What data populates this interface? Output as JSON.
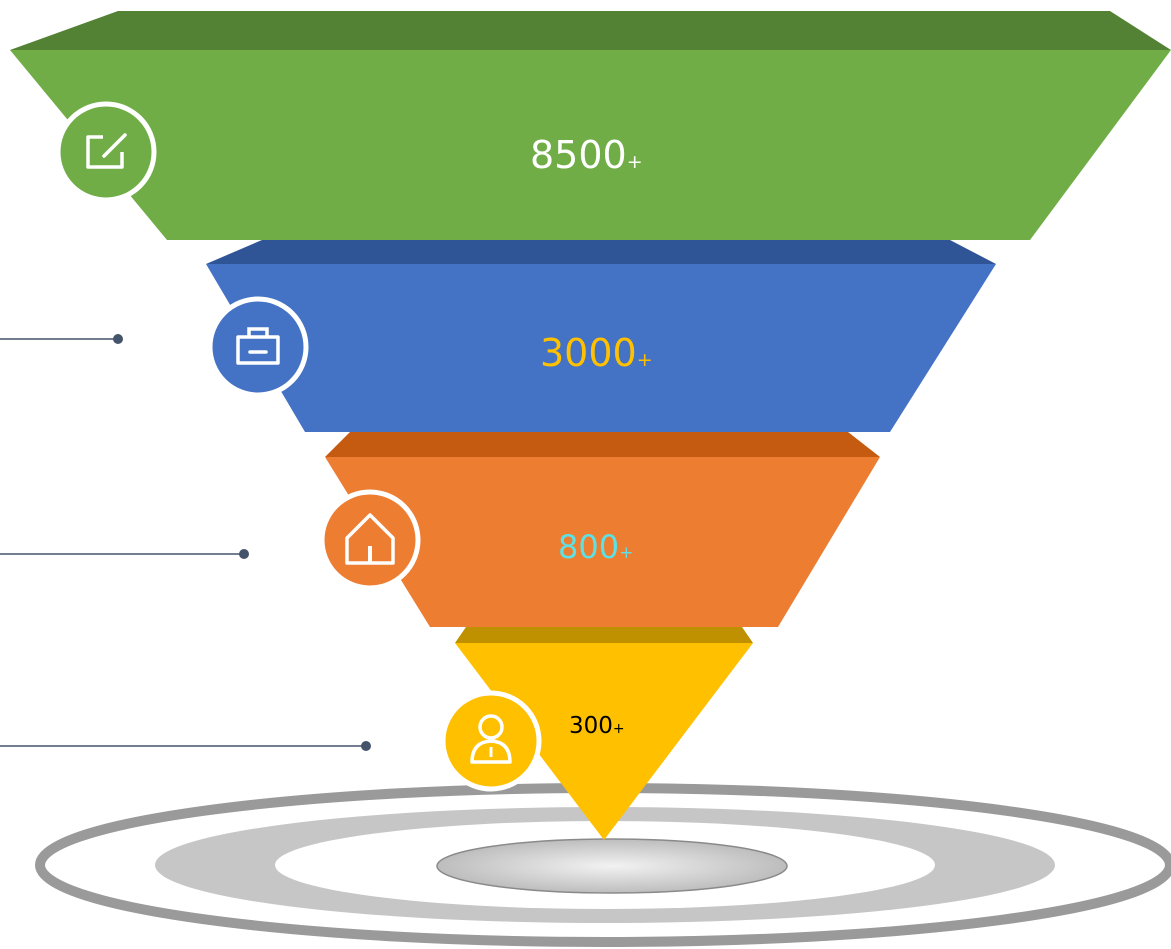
{
  "colors": {
    "stage1": "#70AD47",
    "stage1_top": "#548235",
    "stage2": "#4472C4",
    "stage2_top": "#2F5597",
    "stage3": "#ED7D31",
    "stage3_top": "#C55A11",
    "stage4": "#FFC000",
    "stage4_top": "#BF9000",
    "connector": "#44546A"
  },
  "stages": [
    {
      "value": "8500",
      "suffix": "+",
      "icon": "edit-icon",
      "text_color": "#FFFFFF"
    },
    {
      "value": "3000",
      "suffix": "+",
      "icon": "shopping-bag-icon",
      "text_color": "#FFC000"
    },
    {
      "value": "800",
      "suffix": "+",
      "icon": "home-icon",
      "text_color": "#5CE1E6"
    },
    {
      "value": "300",
      "suffix": "+",
      "icon": "user-icon",
      "text_color": "#000000"
    }
  ]
}
